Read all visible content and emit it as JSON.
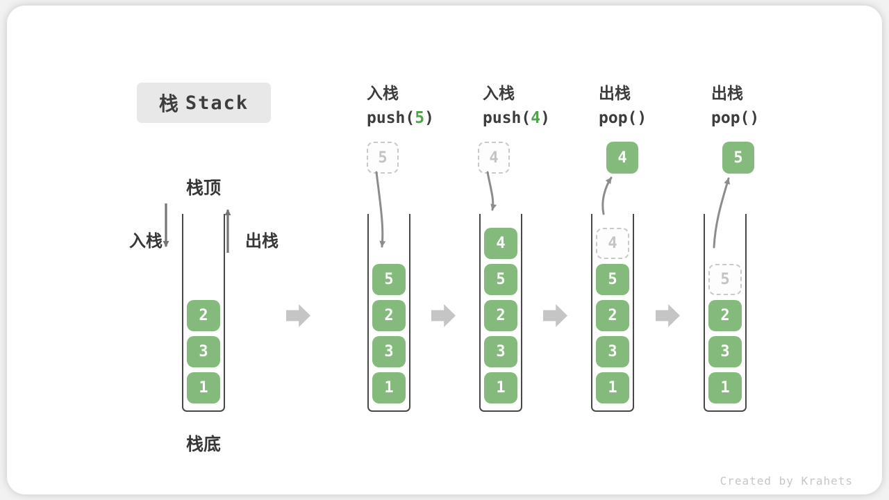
{
  "title": {
    "zh": "栈",
    "en": "Stack"
  },
  "labels": {
    "stack_top": "栈顶",
    "stack_bottom": "栈底",
    "push": "入栈",
    "pop": "出栈"
  },
  "operations": [
    {
      "name": "入栈",
      "code_before": "push(",
      "arg": "5",
      "code_after": ")"
    },
    {
      "name": "入栈",
      "code_before": "push(",
      "arg": "4",
      "code_after": ")"
    },
    {
      "name": "出栈",
      "code_before": "pop(",
      "arg": "",
      "code_after": ")"
    },
    {
      "name": "出栈",
      "code_before": "pop(",
      "arg": "",
      "code_after": ")"
    }
  ],
  "floating_values": [
    "5",
    "4",
    "4",
    "5"
  ],
  "stacks": [
    [
      "2",
      "3",
      "1"
    ],
    [
      "5",
      "2",
      "3",
      "1"
    ],
    [
      "4",
      "5",
      "2",
      "3",
      "1"
    ],
    [
      "4",
      "5",
      "2",
      "3",
      "1"
    ],
    [
      "5",
      "2",
      "3",
      "1"
    ]
  ],
  "ghost_cells_note": "stack 4 top cell '4' and stack 5 top cell '5' are popped ghosts",
  "watermark": "Created by Krahets",
  "colors": {
    "cell_green": "#85ba7d",
    "arg_green": "#51a14f",
    "flow_arrow_gray": "#c5c5c5",
    "curve_arrow_gray": "#8c8c8c",
    "title_bg": "#e8e8e8",
    "text_dark": "#3c3c3c",
    "ghost_border": "#c9c9c9",
    "ghost_text": "#c3c3c3"
  }
}
